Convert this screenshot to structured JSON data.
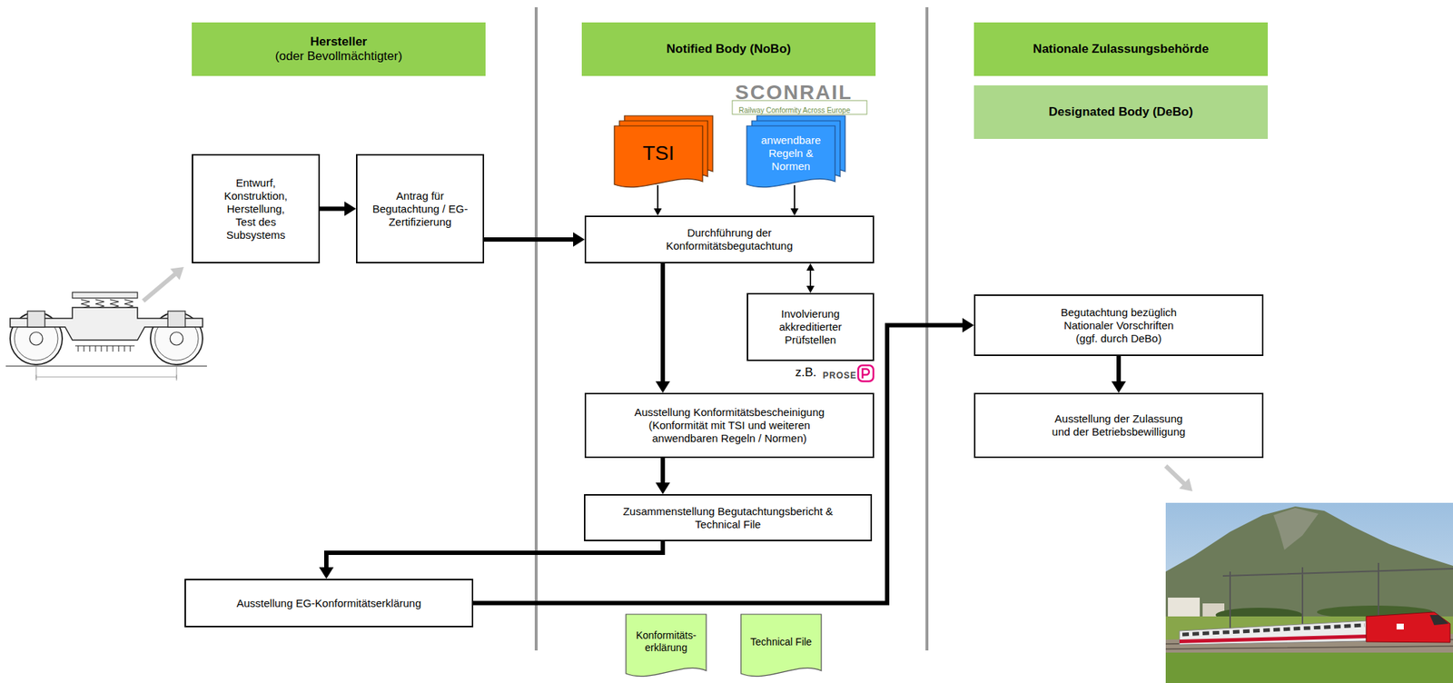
{
  "diagram": {
    "nodes": [
      {
        "text": [
          "Hersteller",
          "(oder Bevollmächtigter)"
        ]
      },
      {
        "text": [
          "Notified Body (NoBo)"
        ]
      },
      {
        "text": [
          "Nationale Zulassungsbehörde"
        ]
      },
      {
        "text": [
          "Designated Body (DeBo)"
        ]
      },
      {
        "text": [
          "TSI"
        ]
      },
      {
        "text": [
          "anwendbare Regeln & Normen"
        ]
      },
      {
        "text": [
          "Entwurf, Konstruktion, Herstellung, Test des Subsystems"
        ]
      },
      {
        "text": [
          "Antrag für Begutachtung / EG-Zertifizierung"
        ]
      },
      {
        "text": [
          "Durchführung der Konformitätsbegutachtung"
        ]
      },
      {
        "text": [
          "Involvierung akkreditierter Prüfstellen"
        ]
      },
      {
        "text": [
          "Begutachtung bezüglich Nationaler Vorschriften (ggf. durch DeBo)"
        ]
      },
      {
        "text": [
          "Ausstellung Konformitätsbescheinigung (Konformität mit TSI und weiteren anwendbaren Regeln / Normen)"
        ]
      },
      {
        "text": [
          "Ausstellung der Zulassung und der Betriebsbewilligung"
        ]
      },
      {
        "text": [
          "Zusammenstellung Begutachtungsbericht & Technical File"
        ]
      },
      {
        "text": [
          "Ausstellung EG-Konformitätserklärung"
        ]
      },
      {
        "text": [
          "Konformitäts- erklärung"
        ]
      },
      {
        "text": [
          "Technical File"
        ]
      }
    ],
    "edges": [
      {
        "from": 6,
        "to": 7,
        "arrow": "to"
      },
      {
        "from": 7,
        "to": 8,
        "arrow": "to"
      },
      {
        "from": 4,
        "to": 8,
        "arrow": "to"
      },
      {
        "from": 5,
        "to": 8,
        "arrow": "to"
      },
      {
        "from": 8,
        "to": 9,
        "arrow": "both"
      },
      {
        "from": 8,
        "to": 11,
        "arrow": "to"
      },
      {
        "from": 11,
        "to": 13,
        "arrow": "to"
      },
      {
        "from": 13,
        "to": 14,
        "arrow": "to"
      },
      {
        "from": 14,
        "to": 10,
        "arrow": "to"
      },
      {
        "from": 10,
        "to": 12,
        "arrow": "to"
      }
    ],
    "labels": [
      "SCONRAIL",
      "Railway Conformity Across Europe",
      "z.B.",
      "PROSE"
    ]
  }
}
